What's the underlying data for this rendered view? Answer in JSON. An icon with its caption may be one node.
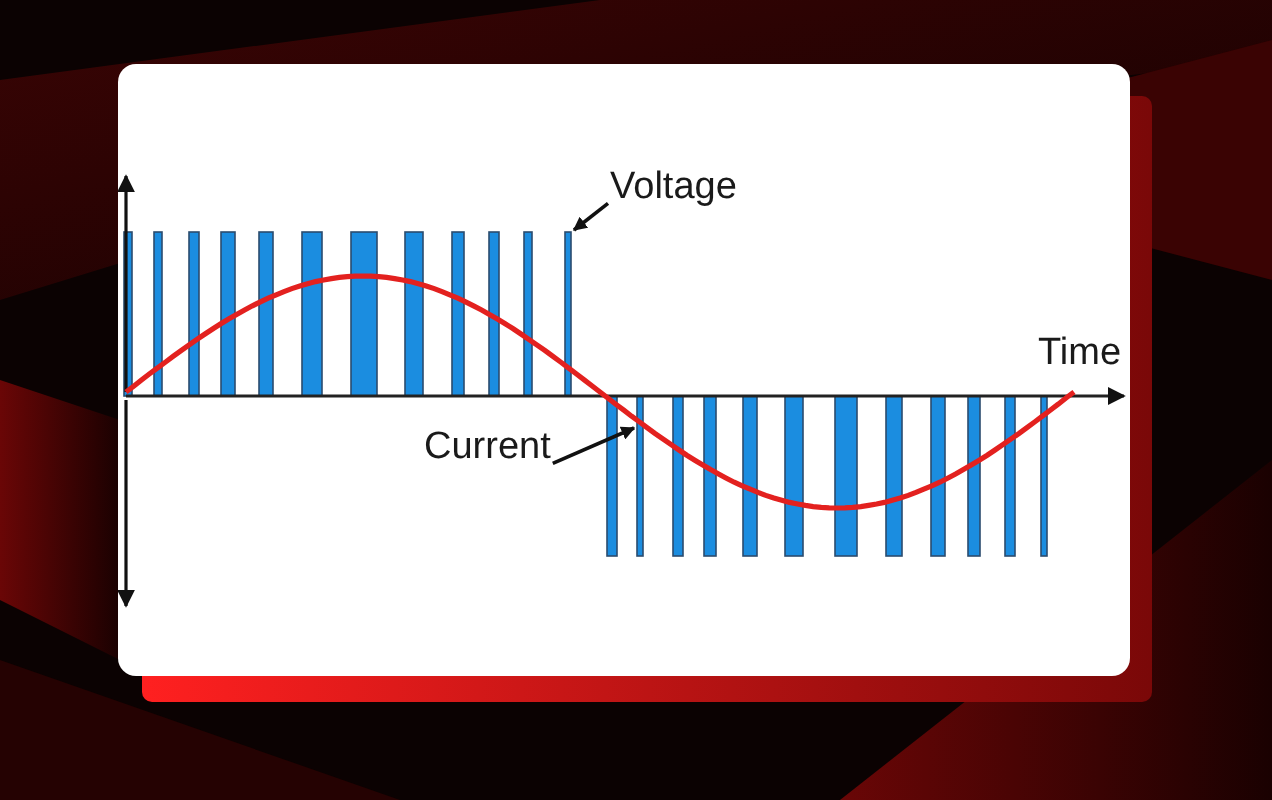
{
  "diagram": {
    "nodes": [
      {
        "text": [
          "Voltage"
        ]
      },
      {
        "text": [
          "Current"
        ]
      }
    ],
    "edges": [
      {
        "from": 0,
        "to": null,
        "arrow": "to"
      },
      {
        "from": 1,
        "to": null,
        "arrow": "to"
      }
    ],
    "labels": [
      "Time"
    ]
  }
}
